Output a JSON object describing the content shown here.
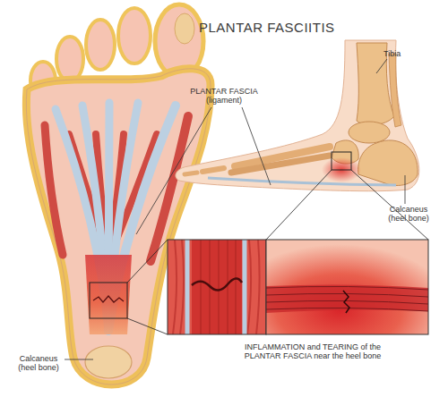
{
  "diagram": {
    "title": "PLANTAR FASCIITIS",
    "labels": [
      "PLANTAR FASCIA (ligament)",
      "Tibia",
      "Calcaneus (heel bone)",
      "Calcaneus (heel bone)",
      "INFLAMMATION and TEARING of the PLANTAR FASCIA near the heel bone"
    ]
  }
}
